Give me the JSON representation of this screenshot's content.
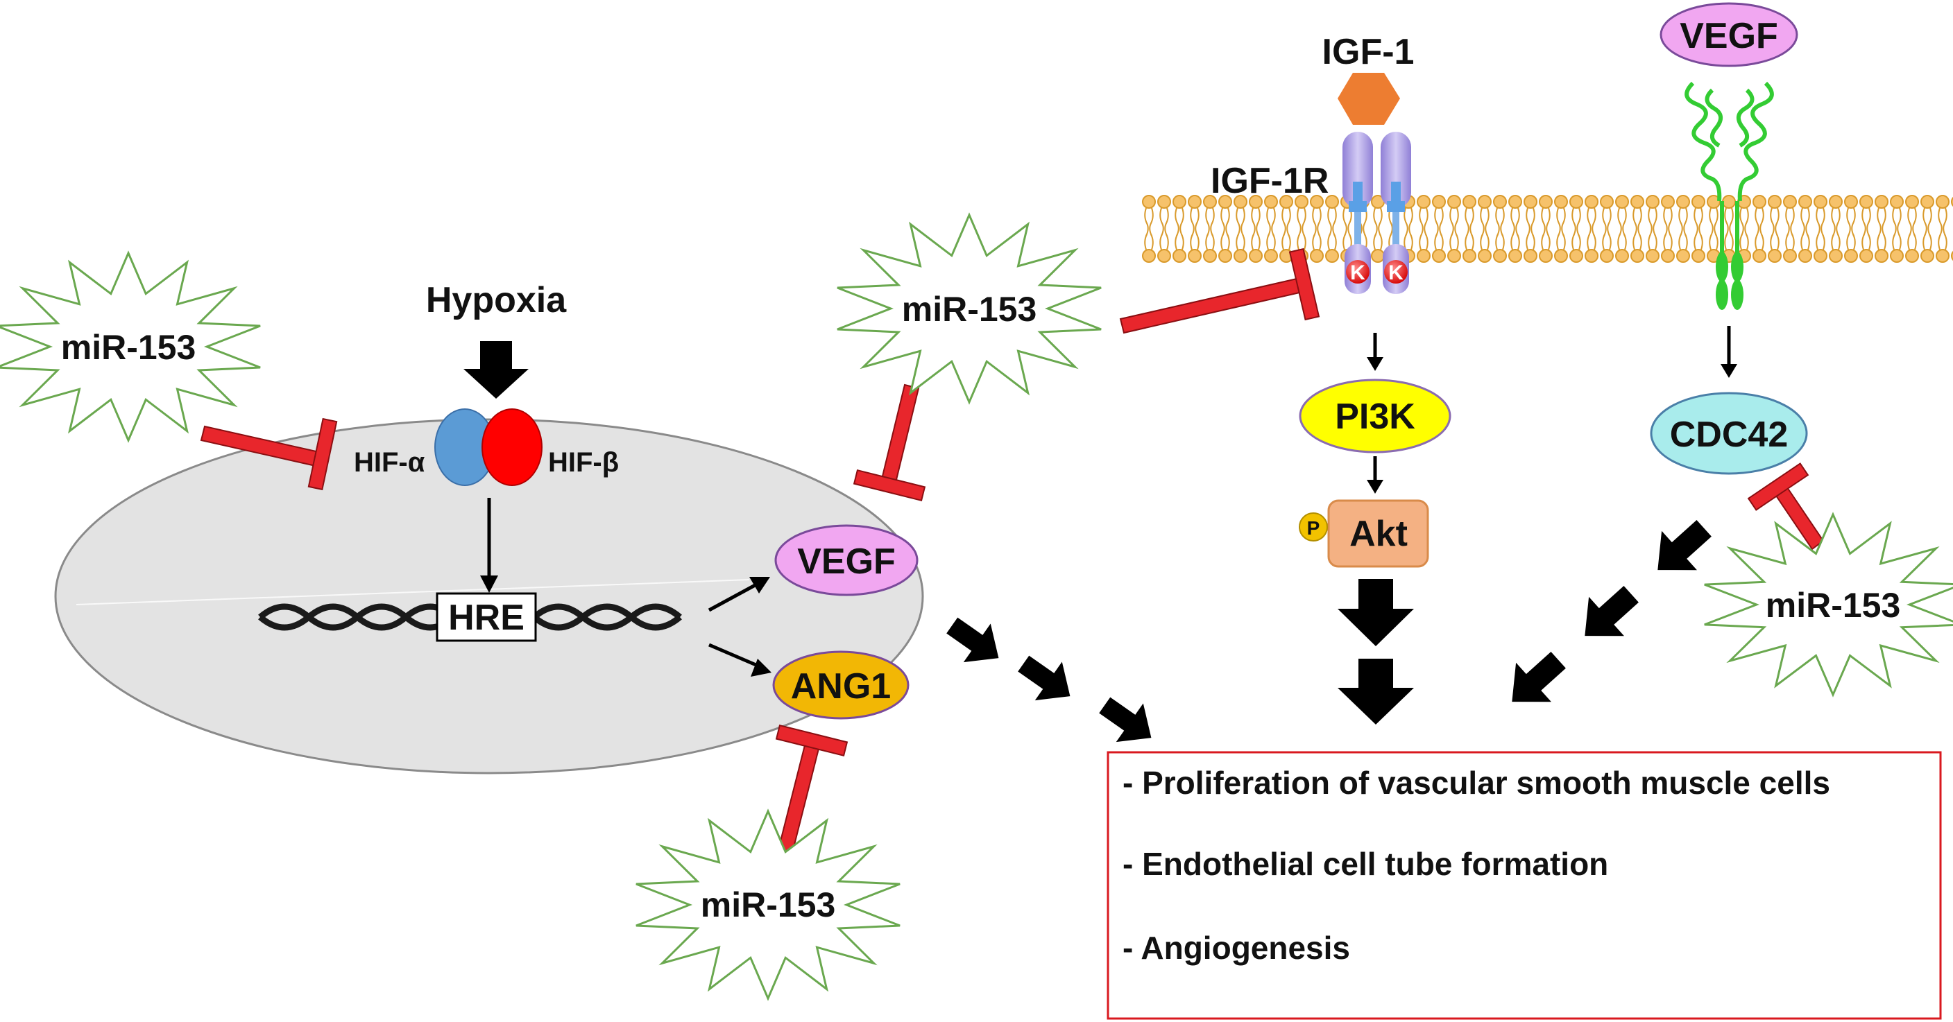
{
  "labels": {
    "igf1": "IGF-1",
    "igf1r": "IGF-1R",
    "vegf_top": "VEGF",
    "hypoxia": "Hypoxia",
    "hif_alpha": "HIF-α",
    "hif_beta": "HIF-β",
    "hre": "HRE",
    "vegf_cell": "VEGF",
    "ang1": "ANG1",
    "pi3k": "PI3K",
    "akt": "Akt",
    "phospho": "P",
    "kinase": "K",
    "cdc42": "CDC42",
    "mir": "miR-153"
  },
  "outcomes": [
    "- Proliferation of vascular smooth muscle cells",
    "- Endothelial cell tube formation",
    "- Angiogenesis"
  ],
  "colors": {
    "mir_burst_stroke": "#6aa84f",
    "inhibition_red": "#e8262c",
    "hif_alpha": "#5b9bd5",
    "hif_beta": "#ff0000",
    "vegf_fill": "#f1a7f1",
    "ang1_fill": "#f2b705",
    "pi3k_fill": "#ffff00",
    "akt_fill": "#f4b183",
    "cdc42_fill": "#a9ecec",
    "igf1_fill": "#ed7d31",
    "receptor_fill": "#b4a7e6",
    "vegfr_green": "#33cc33",
    "membrane": "#f6c26b",
    "nucleus_fill": "#e3e3e3",
    "outcome_border": "#d9191f"
  }
}
